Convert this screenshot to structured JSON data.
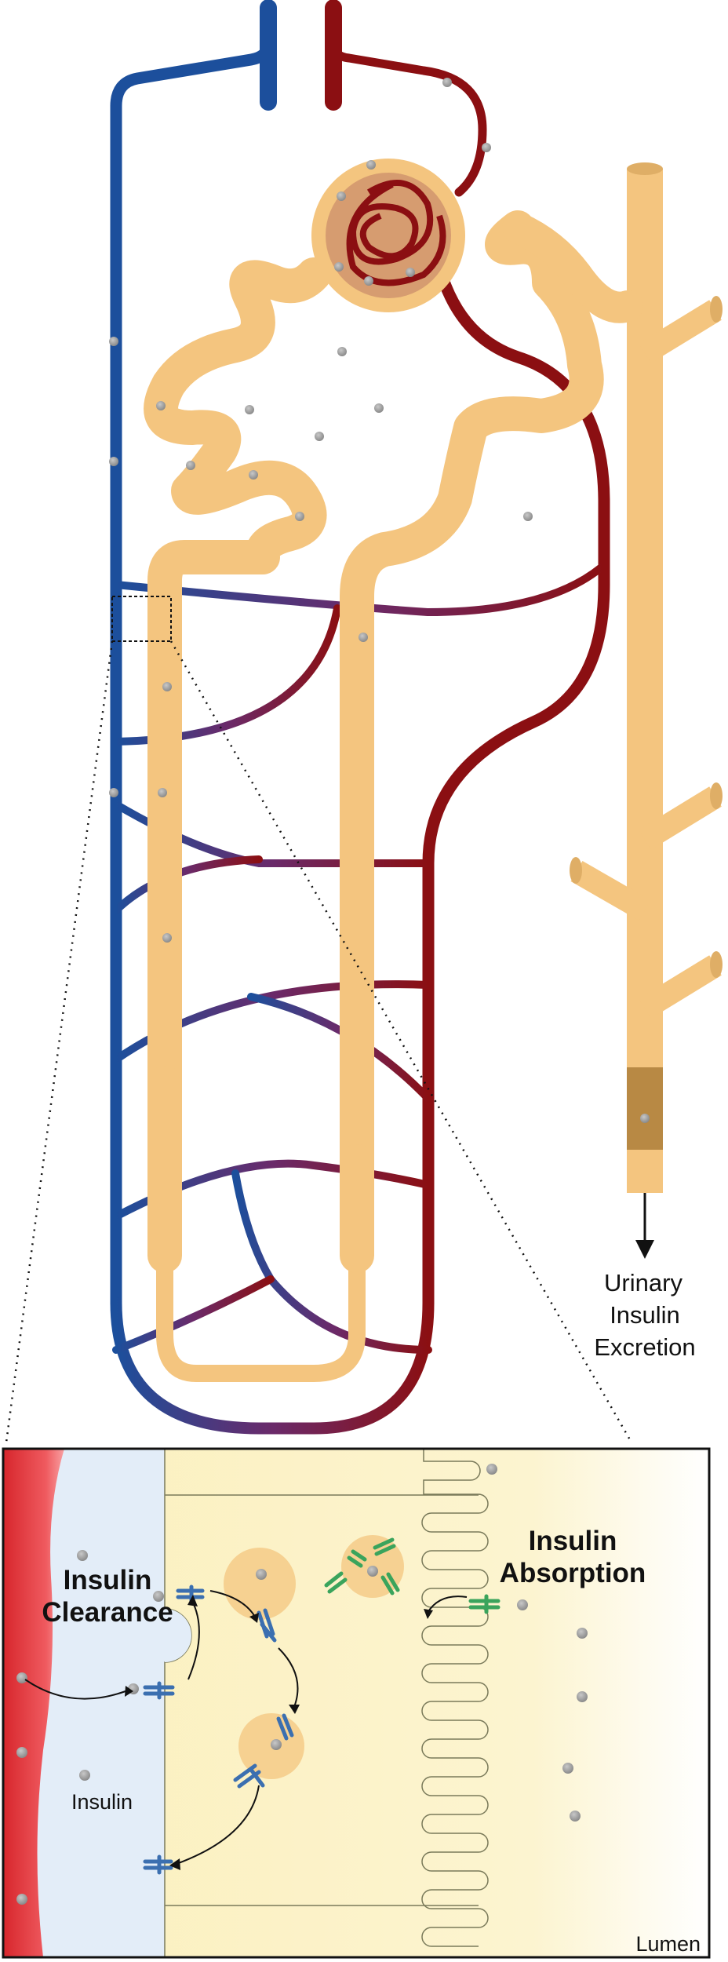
{
  "labels": {
    "excretion": [
      "Urinary",
      "Insulin",
      "Excretion"
    ],
    "clearance": [
      "Insulin",
      "Clearance"
    ],
    "absorption": [
      "Insulin",
      "Absorption"
    ],
    "insulin": "Insulin",
    "lumen": "Lumen"
  },
  "colors": {
    "tubule": "#f4c57f",
    "tubule_dark": "#e0a95a",
    "collecting_band": "#b88944",
    "vein": "#1c4f9c",
    "artery": "#8b0f12",
    "mixed": "#6a2a6a",
    "insulin": "#9a9a9a",
    "receptor_blue": "#3b6fb0",
    "receptor_green": "#3aa45c",
    "cell_fill": "#fbf2c4",
    "interstitium": "#e3edf8",
    "capillary": "#e8343b"
  }
}
